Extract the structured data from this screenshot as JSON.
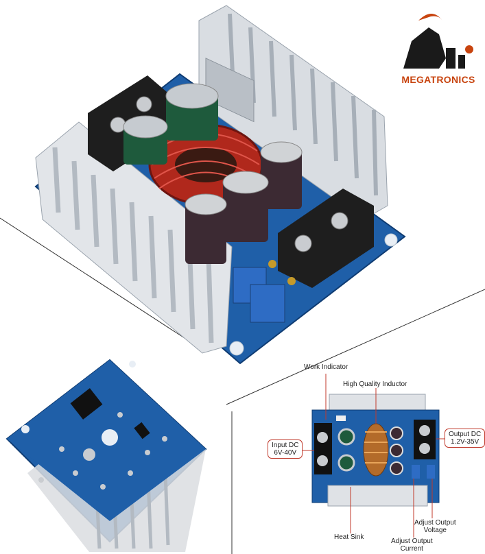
{
  "brand": {
    "name": "MEGATRONICS",
    "accent_color": "#c8440f",
    "logo_icon": "ram-head-logo-icon"
  },
  "product_views": [
    {
      "name": "top-view",
      "description_icon": "buck-converter-module-icon"
    },
    {
      "name": "bottom-view",
      "description_icon": "pcb-back-icon"
    },
    {
      "name": "annotated-view",
      "description_icon": "buck-converter-module-icon"
    }
  ],
  "annotations": {
    "work_indicator": "Work Indicator",
    "high_quality_inductor": "High Quality Inductor",
    "input_dc_line1": "Input DC",
    "input_dc_line2": "6V-40V",
    "output_dc_line1": "Output DC",
    "output_dc_line2": "1.2V-35V",
    "heat_sink": "Heat Sink",
    "adjust_output_current_line1": "Adjust Output",
    "adjust_output_current_line2": "Current",
    "adjust_output_voltage_line1": "Adjust Output",
    "adjust_output_voltage_line2": "Voltage"
  },
  "colors": {
    "pcb_blue": "#1f5fa8",
    "heatsink_silver": "#d9dde2",
    "inductor_copper": "#c0392b",
    "annotation_red": "#c0392b"
  }
}
